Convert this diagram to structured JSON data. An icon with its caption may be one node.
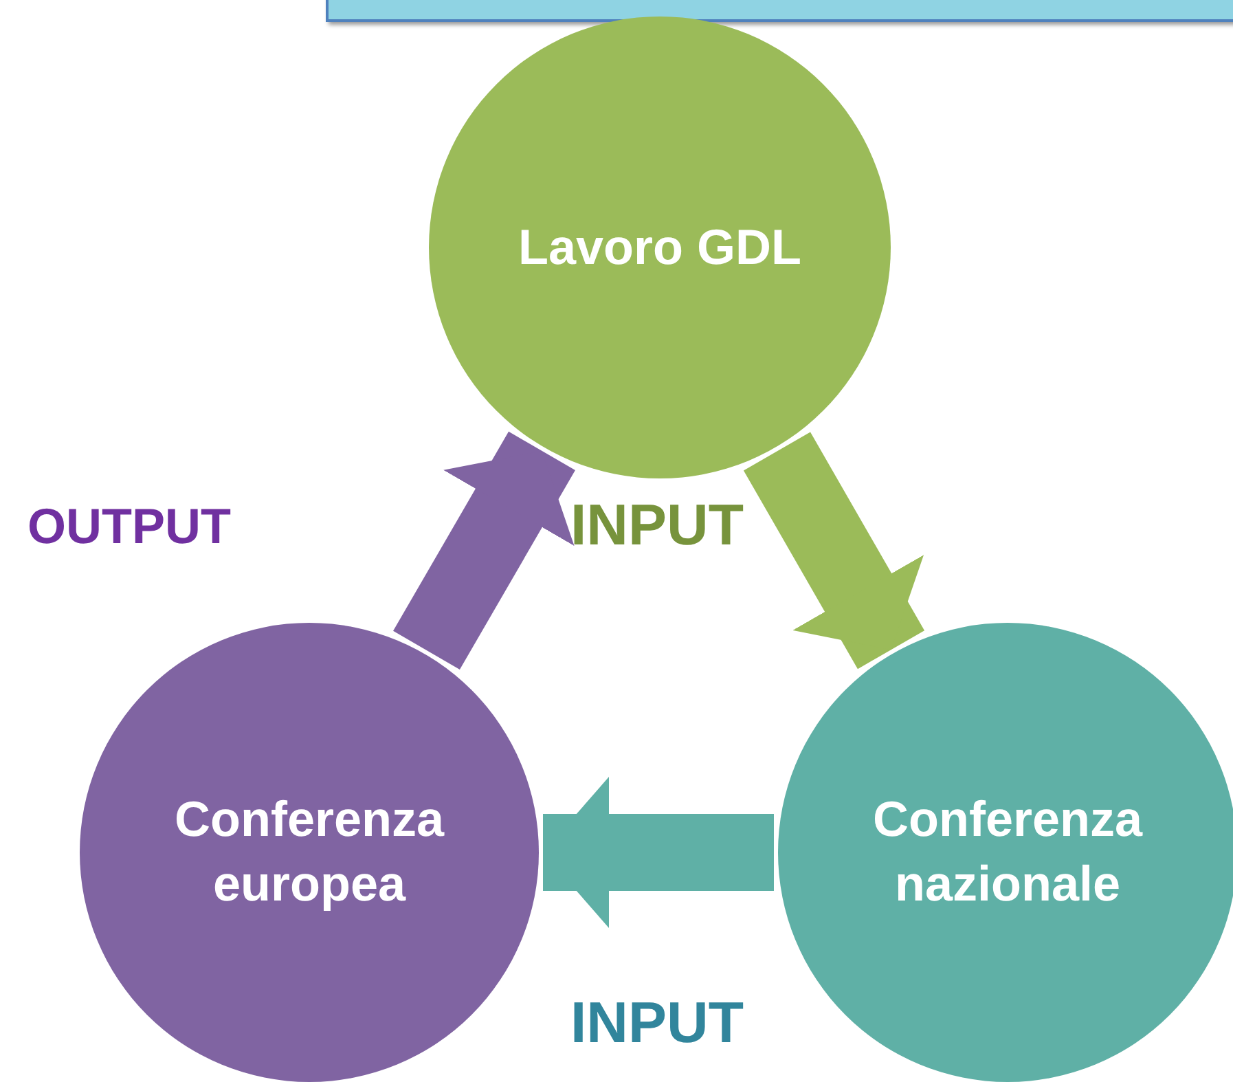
{
  "diagram": {
    "nodes": [
      {
        "text": [
          "Lavoro GDL"
        ]
      },
      {
        "text": [
          "Conferenza nazionale"
        ]
      },
      {
        "text": [
          "Conferenza europea"
        ]
      }
    ],
    "edges": [
      {
        "from": 0,
        "to": 1,
        "arrow": "to",
        "label": "INPUT",
        "color": "#9bbb59"
      },
      {
        "from": 1,
        "to": 2,
        "arrow": "to",
        "label": "INPUT",
        "color": "#5fb0a6"
      },
      {
        "from": 2,
        "to": 0,
        "arrow": "to",
        "label": "OUTPUT",
        "color": "#8064a2"
      }
    ]
  }
}
